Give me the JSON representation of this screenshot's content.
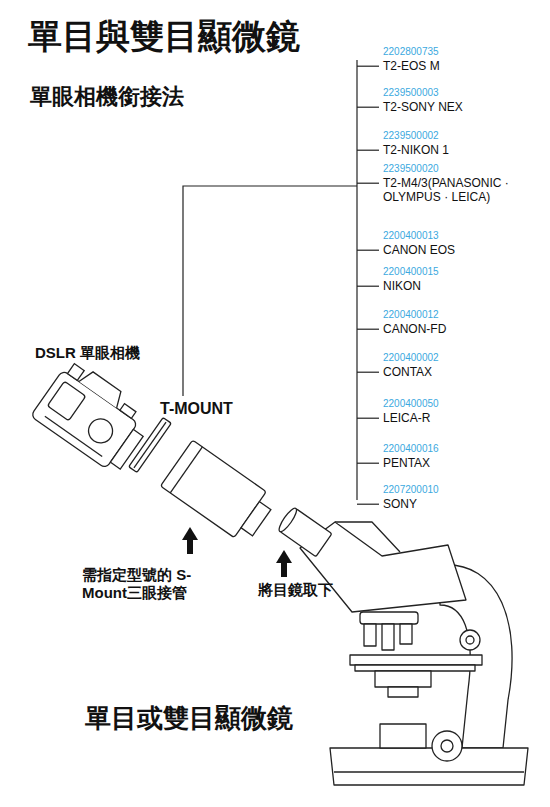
{
  "diagram": {
    "title": "單目與雙目顯微鏡",
    "caption": "單目或雙目顯微鏡",
    "labels": [
      "單眼相機銜接法",
      "2202800735",
      "T2-EOS M",
      "2239500003",
      "T2-SONY NEX",
      "2239500002",
      "T2-NIKON 1",
      "2239500020",
      "T2-M4/3(PANASONIC · OLYMPUS · LEICA)",
      "2200400013",
      "CANON EOS",
      "2200400015",
      "NIKON",
      "2200400012",
      "CANON-FD",
      "2200400002",
      "CONTAX",
      "2200400050",
      "LEICA-R",
      "2200400016",
      "PENTAX",
      "2207200010",
      "SONY",
      "DSLR 單眼相機",
      "T-MOUNT",
      "需指定型號的 S-Mount三眼接管",
      "將目鏡取下"
    ]
  }
}
